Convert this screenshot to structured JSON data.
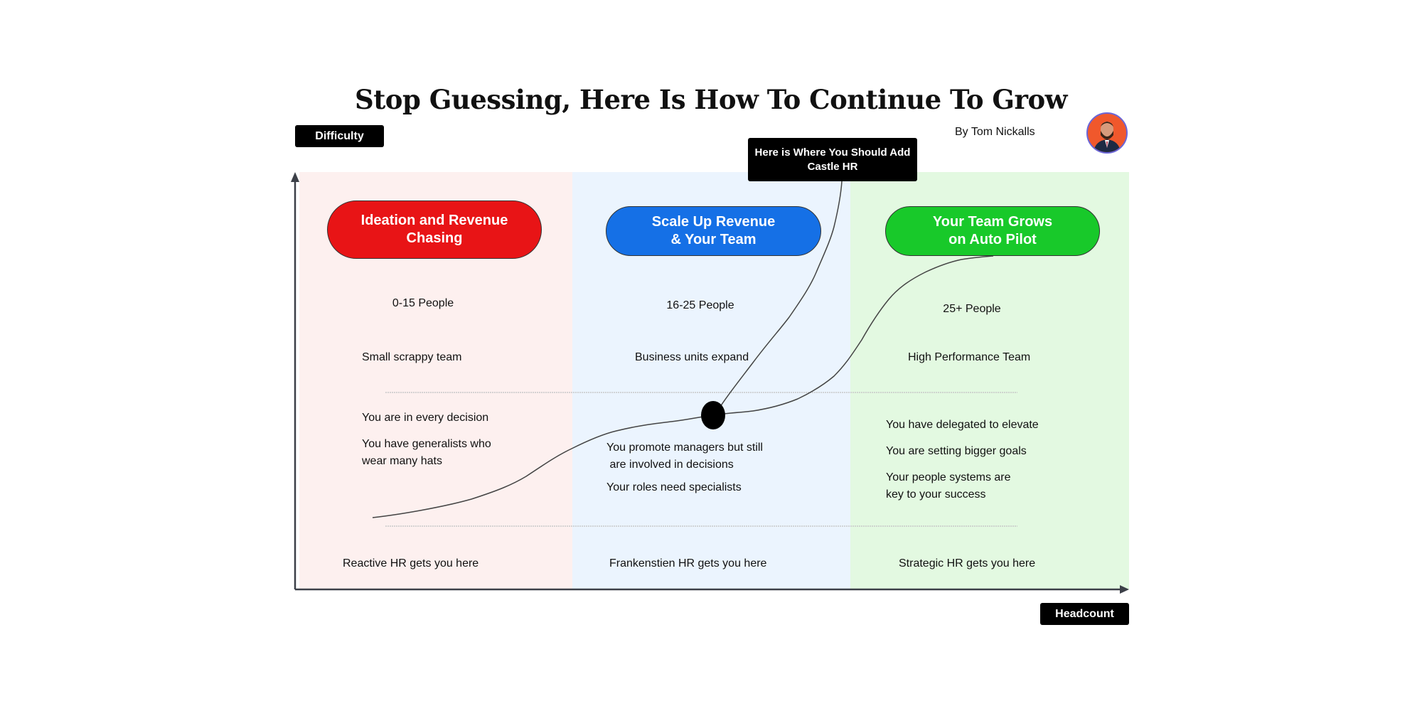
{
  "title": "Stop Guessing, Here Is How To Continue To Grow",
  "author": "By Tom Nickalls",
  "axes": {
    "y_label": "Difficulty",
    "x_label": "Headcount"
  },
  "callout": "Here is Where You Should Add Castle HR",
  "colors": {
    "red": "#e81416",
    "blue": "#1570e6",
    "green": "#18c92a",
    "panel_red": "#fdf0ef",
    "panel_blue": "#ebf4fe",
    "panel_green": "#e3f9e1"
  },
  "stages": [
    {
      "heading": "Ideation and Revenue\nChasing",
      "people": "0-15 People",
      "team": "Small scrappy team",
      "traits": [
        "You are in every decision",
        "You have generalists who\nwear many hats"
      ],
      "hr": "Reactive HR gets you here"
    },
    {
      "heading": "Scale Up Revenue\n& Your Team",
      "people": "16-25 People",
      "team": "Business units expand",
      "traits": [
        "You promote managers but still\n are involved in decisions",
        "Your roles need specialists"
      ],
      "hr": "Frankenstien HR gets you here"
    },
    {
      "heading": "Your Team Grows\non Auto Pilot",
      "people": "25+ People",
      "team": "High Performance Team",
      "traits": [
        "You have delegated to elevate",
        "You are setting bigger goals",
        "Your people systems are\nkey to your success"
      ],
      "hr": "Strategic HR gets you here"
    }
  ]
}
